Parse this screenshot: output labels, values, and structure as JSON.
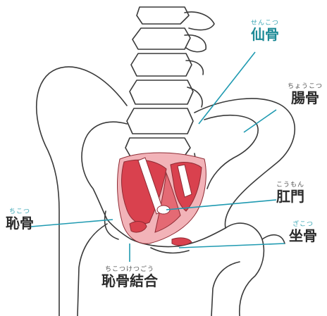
{
  "colors": {
    "outline": "#3a3a3a",
    "muscle": "#d9414e",
    "muscle_light": "#f2b3b8",
    "leader": "#1f9ab1",
    "label_dark": "#2b2b2b",
    "label_teal": "#1d8a96",
    "ruby_teal": "#3aa6b4"
  },
  "labels": {
    "sacrum": {
      "ruby": "せんこつ",
      "text": "仙骨"
    },
    "ilium": {
      "ruby": "ちょうこつ",
      "text": "腸骨"
    },
    "anus": {
      "ruby": "こうもん",
      "text": "肛門"
    },
    "pubis": {
      "ruby": "ちこつ",
      "text": "恥骨"
    },
    "ischium": {
      "ruby": "ざこつ",
      "text": "坐骨"
    },
    "symphysis": {
      "ruby": "ちこつけつごう",
      "text": "恥骨結合"
    }
  }
}
